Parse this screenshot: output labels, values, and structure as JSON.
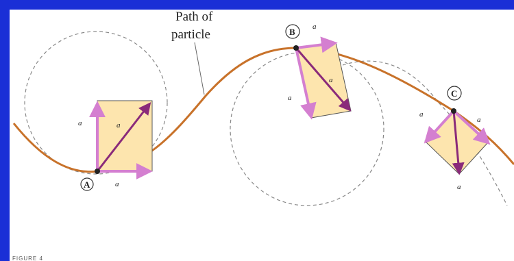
{
  "title_line1": "Path of",
  "title_line2": "particle",
  "points": [
    {
      "label": "A",
      "ar": "a",
      "at": "a",
      "a": "a"
    },
    {
      "label": "B",
      "ar": "a",
      "at": "a",
      "a": "a"
    },
    {
      "label": "C",
      "ar": "a",
      "at": "a",
      "a": "a"
    }
  ],
  "caption": "FIGURE 4",
  "colors": {
    "frame": "#1a2fd6",
    "path": "#c8722a",
    "rect_fill": "#fde5ae",
    "vector": "#8a2a7a",
    "component": "#d47fd0"
  }
}
